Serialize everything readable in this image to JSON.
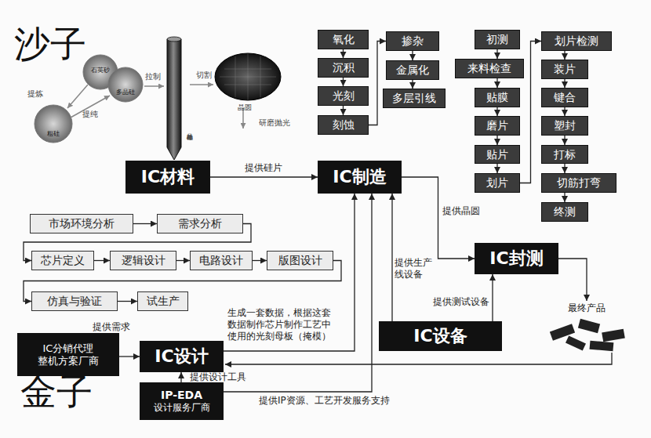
{
  "diagram": {
    "nodes": [
      {
        "text": [
          "氧化"
        ]
      },
      {
        "text": [
          "沉积"
        ]
      },
      {
        "text": [
          "光刻"
        ]
      },
      {
        "text": [
          "刻蚀"
        ]
      },
      {
        "text": [
          "掺杂"
        ]
      },
      {
        "text": [
          "金属化"
        ]
      },
      {
        "text": [
          "多层引线"
        ]
      },
      {
        "text": [
          "初测"
        ]
      },
      {
        "text": [
          "来料检查"
        ]
      },
      {
        "text": [
          "贴膜"
        ]
      },
      {
        "text": [
          "磨片"
        ]
      },
      {
        "text": [
          "贴片"
        ]
      },
      {
        "text": [
          "划片"
        ]
      },
      {
        "text": [
          "划片检测"
        ]
      },
      {
        "text": [
          "装片"
        ]
      },
      {
        "text": [
          "键合"
        ]
      },
      {
        "text": [
          "塑封"
        ]
      },
      {
        "text": [
          "打标"
        ]
      },
      {
        "text": [
          "切筋打弯"
        ]
      },
      {
        "text": [
          "终测"
        ]
      },
      {
        "text": [
          "IC材料"
        ]
      },
      {
        "text": [
          "IC制造"
        ]
      },
      {
        "text": [
          "市场环境分析"
        ]
      },
      {
        "text": [
          "需求分析"
        ]
      },
      {
        "text": [
          "芯片定义"
        ]
      },
      {
        "text": [
          "逻辑设计"
        ]
      },
      {
        "text": [
          "电路设计"
        ]
      },
      {
        "text": [
          "版图设计"
        ]
      },
      {
        "text": [
          "仿真与验证"
        ]
      },
      {
        "text": [
          "试生产"
        ]
      },
      {
        "text": [
          "IC封测"
        ]
      },
      {
        "text": [
          "IC设备"
        ]
      },
      {
        "text": [
          "IC分销代理 整机方案厂商"
        ]
      },
      {
        "text": [
          "IC设计"
        ]
      },
      {
        "text": [
          "IP-EDA",
          "设计服务厂商"
        ]
      }
    ],
    "edges": [
      {
        "from": 0,
        "to": 1,
        "arrow": "to"
      },
      {
        "from": 1,
        "to": 2,
        "arrow": "to"
      },
      {
        "from": 2,
        "to": 3,
        "arrow": "to"
      },
      {
        "from": 3,
        "to": 4,
        "arrow": "to"
      },
      {
        "from": 4,
        "to": 5,
        "arrow": "to"
      },
      {
        "from": 5,
        "to": 6,
        "arrow": "to"
      },
      {
        "from": 7,
        "to": 8,
        "arrow": "to"
      },
      {
        "from": 8,
        "to": 9,
        "arrow": "to"
      },
      {
        "from": 9,
        "to": 10,
        "arrow": "to"
      },
      {
        "from": 10,
        "to": 11,
        "arrow": "to"
      },
      {
        "from": 11,
        "to": 12,
        "arrow": "to"
      },
      {
        "from": 12,
        "to": 13,
        "arrow": "to"
      },
      {
        "from": 13,
        "to": 14,
        "arrow": "to"
      },
      {
        "from": 14,
        "to": 15,
        "arrow": "to"
      },
      {
        "from": 15,
        "to": 16,
        "arrow": "to"
      },
      {
        "from": 16,
        "to": 17,
        "arrow": "to"
      },
      {
        "from": 17,
        "to": 18,
        "arrow": "to"
      },
      {
        "from": 18,
        "to": 19,
        "arrow": "to"
      },
      {
        "from": 20,
        "to": 21,
        "label": "提供硅片",
        "arrow": "to"
      },
      {
        "from": 22,
        "to": 23,
        "arrow": "to"
      },
      {
        "from": 23,
        "to": 24,
        "arrow": "to"
      },
      {
        "from": 24,
        "to": 25,
        "arrow": "to"
      },
      {
        "from": 25,
        "to": 26,
        "arrow": "to"
      },
      {
        "from": 26,
        "to": 27,
        "arrow": "to"
      },
      {
        "from": 27,
        "to": 28,
        "arrow": "to"
      },
      {
        "from": 28,
        "to": 29,
        "arrow": "to"
      },
      {
        "from": 21,
        "to": 30,
        "label": "提供晶圆",
        "arrow": "to"
      },
      {
        "from": 31,
        "to": 21,
        "label": "提供生产 线设备",
        "arrow": "to"
      },
      {
        "from": 31,
        "to": 30,
        "label": "提供测试设备",
        "arrow": "to"
      },
      {
        "from": 33,
        "to": 21,
        "label": "生成一套数据，根据这套 数据制作芯片制作工艺中 使用的光刻母板（掩模）",
        "arrow": "to"
      },
      {
        "from": 32,
        "to": 33,
        "label": "提供需求",
        "arrow": "to"
      },
      {
        "from": 34,
        "to": 33,
        "label": "提供设计工具",
        "arrow": "to"
      },
      {
        "from": 34,
        "to": 21,
        "label": "提供IP资源、工艺开发服务支持",
        "arrow": "to"
      }
    ],
    "labels": [
      "沙子",
      "石英砂",
      "提炼",
      "粗硅",
      "提纯",
      "多晶硅",
      "拉制",
      "单晶硅棒",
      "切割",
      "晶圆",
      "研磨抛光",
      "最终产品",
      "金子"
    ]
  }
}
